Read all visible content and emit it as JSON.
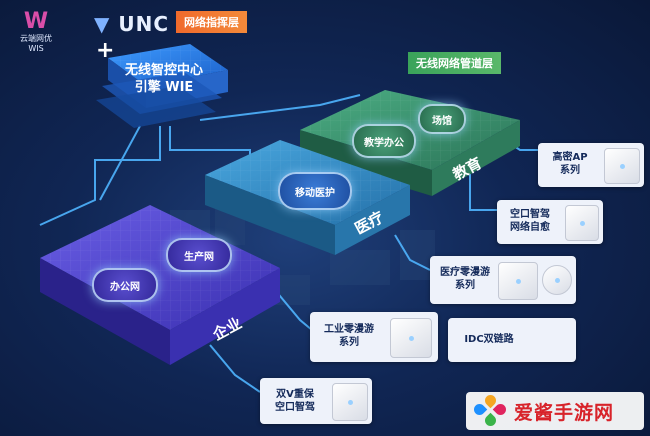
{
  "logos": {
    "wis_name": "云端网优",
    "wis_abbr": "WIS",
    "wis_mark": "W",
    "unc": "UNC",
    "plus": "+"
  },
  "tags": {
    "network_command_layer": "网络指挥层",
    "wireless_pipeline_layer": "无线网络管道层"
  },
  "hub": {
    "line1": "无线智控中心",
    "line2": "引擎 WIE"
  },
  "zones": {
    "education": {
      "label": "教育",
      "items": [
        "场馆",
        "教学办公"
      ]
    },
    "medical": {
      "label": "医疗",
      "items": [
        "移动医护"
      ]
    },
    "enterprise": {
      "label": "企业",
      "items": [
        "生产网",
        "办公网"
      ]
    }
  },
  "cards": {
    "high_density_ap": "高密AP\n系列",
    "air_mouth": "空口智驾\n网络自愈",
    "medical_roaming": "医疗零漫游\n系列",
    "idc": "IDC双链路",
    "industrial_roaming": "工业零漫游\n系列",
    "dual_v": "双V重保\n空口智驾"
  },
  "watermark": {
    "text": "爱酱手游网"
  },
  "colors": {
    "orange_tag": "#f06a2c",
    "green_tag": "#3aa35a",
    "connector": "#4fb4ff",
    "education_block": "#2f7d5e",
    "medical_block": "#2a7fb0",
    "enterprise_block": "#3a34a8",
    "hub_block": "#1f6fd8"
  }
}
